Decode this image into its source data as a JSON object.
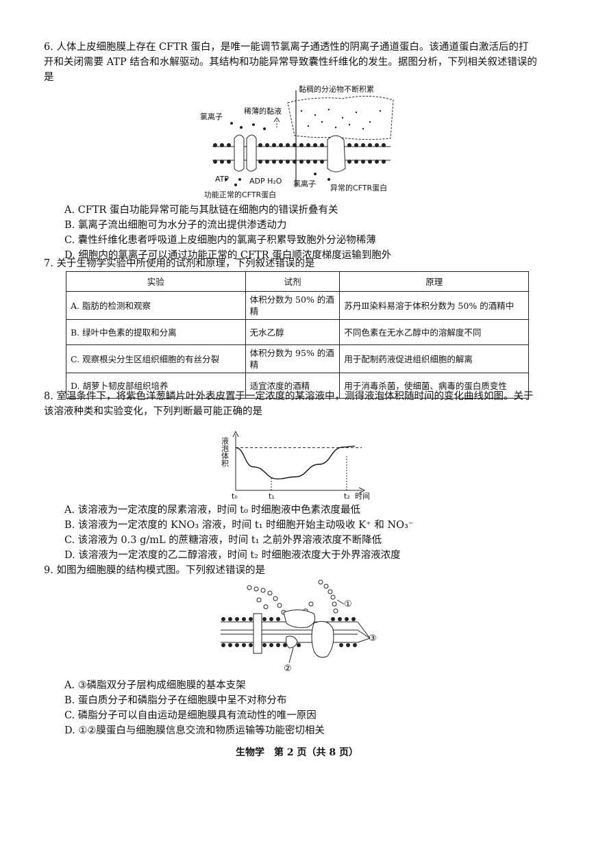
{
  "q6": {
    "stem": "6. 人体上皮细胞膜上存在 CFTR 蛋白，是唯一能调节氯离子通透性的阴离子通道蛋白。该通道蛋白激活后的打开和关闭需要 ATP 结合和水解驱动。其结构和功能异常导致囊性纤维化的发生。据图分析，下列相关叙述错误的是",
    "figure": {
      "mucus_accumulate": "黏稠的分泌物不断积累",
      "chloride_top": "氯离子",
      "thin_mucus": "稀薄的黏液",
      "atp": "ATP",
      "adp_h2o": "ADP H₂O",
      "chloride_bottom": "氯离子",
      "normal_cftr": "功能正常的CFTR蛋白",
      "abnormal_cftr": "异常的CFTR蛋白"
    },
    "options": [
      "A. CFTR 蛋白功能异常可能与其肽链在细胞内的错误折叠有关",
      "B. 氯离子流出细胞可为水分子的流出提供渗透动力",
      "C. 囊性纤维化患者呼吸道上皮细胞内的氯离子积累导致胞外分泌物稀薄",
      "D. 细胞内的氯离子可以通过功能正常的 CFTR 蛋白顺浓度梯度运输到胞外"
    ]
  },
  "q7": {
    "stem": "7. 关于生物学实验中所使用的试剂和原理，下列叙述错误的是",
    "headers": [
      "实验",
      "试剂",
      "原理"
    ],
    "rows": [
      [
        "A. 脂肪的检测和观察",
        "体积分数为 50% 的酒精",
        "苏丹Ⅲ染料易溶于体积分数为 50% 的酒精中"
      ],
      [
        "B. 绿叶中色素的提取和分离",
        "无水乙醇",
        "不同色素在无水乙醇中的溶解度不同"
      ],
      [
        "C. 观察根尖分生区组织细胞的有丝分裂",
        "体积分数为 95% 的酒精",
        "用于配制药液促进组织细胞的解离"
      ],
      [
        "D. 胡萝卜韧皮部组织培养",
        "适宜浓度的酒精",
        "用于消毒杀菌，使细菌、病毒的蛋白质变性"
      ]
    ]
  },
  "q8": {
    "stem": "8. 室温条件下，将紫色洋葱鳞片叶外表皮置于一定浓度的某溶液中，测得液泡体积随时间的变化曲线如图。关于该溶液种类和实验变化，下列判断最可能正确的是",
    "options": [
      "A. 该溶液为一定浓度的尿素溶液，时间 t₀ 时细胞液中色素浓度最低",
      "B. 该溶液为一定浓度的 KNO₃ 溶液，时间 t₁ 时细胞开始主动吸收 K⁺ 和 NO₃⁻",
      "C. 该溶液为 0.3 g/mL 的蔗糖溶液，时间 t₁ 之前外界溶液浓度不断降低",
      "D. 该溶液为一定浓度的乙二醇溶液，时间 t₂ 时细胞液浓度大于外界溶液浓度"
    ],
    "chart_data": {
      "type": "line",
      "ylabel": "液泡体积",
      "xlabel": "时间",
      "x_ticks": [
        "t₀",
        "t₁",
        "t₂"
      ],
      "series": [
        {
          "x": [
            0,
            0.15,
            0.35,
            0.5,
            0.7,
            0.9,
            1.0
          ],
          "values": [
            0.82,
            0.45,
            0.22,
            0.26,
            0.5,
            0.83,
            0.85
          ]
        }
      ],
      "reference_line": 0.82
    }
  },
  "q9": {
    "stem": "9. 如图为细胞膜的结构模式图。下列叙述错误的是",
    "figure": {
      "label1": "①",
      "label2": "②",
      "label3": "③"
    },
    "options": [
      "A. ③磷脂双分子层构成细胞膜的基本支架",
      "B. 蛋白质分子和磷脂分子在细胞膜中呈不对称分布",
      "C. 磷脂分子可以自由运动是细胞膜具有流动性的唯一原因",
      "D. ①②膜蛋白与细胞膜信息交流和物质运输等功能密切相关"
    ]
  },
  "footer": "生物学　第 2 页（共 8 页）"
}
